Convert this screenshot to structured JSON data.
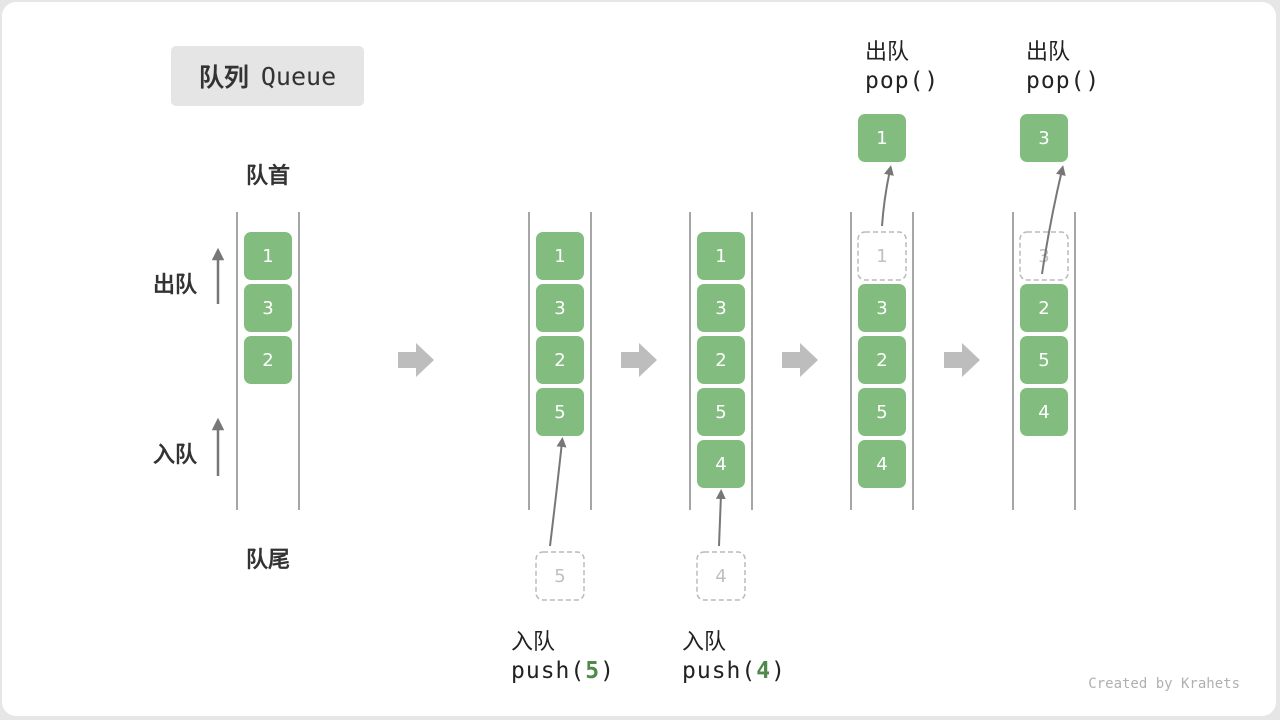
{
  "title": {
    "zh": "队列",
    "en": "Queue"
  },
  "labels": {
    "head": "队首",
    "tail": "队尾",
    "dequeue": "出队",
    "enqueue": "入队"
  },
  "stages": [
    {
      "items": [
        1,
        3,
        2
      ],
      "ghost": null
    },
    {
      "items": [
        1,
        3,
        2,
        5
      ],
      "ghost": {
        "value": 5,
        "kind": "push"
      }
    },
    {
      "items": [
        1,
        3,
        2,
        5,
        4
      ],
      "ghost": {
        "value": 4,
        "kind": "push"
      }
    },
    {
      "items": [
        3,
        2,
        5,
        4
      ],
      "ghost": {
        "value": 1,
        "kind": "pop"
      }
    },
    {
      "items": [
        2,
        5,
        4
      ],
      "ghost": {
        "value": 3,
        "kind": "pop"
      }
    }
  ],
  "operations": [
    {
      "label": "入队",
      "code_prefix": "push(",
      "code_arg": "5",
      "code_suffix": ")"
    },
    {
      "label": "入队",
      "code_prefix": "push(",
      "code_arg": "4",
      "code_suffix": ")"
    },
    {
      "label": "出队",
      "code": "pop()",
      "result": "1"
    },
    {
      "label": "出队",
      "code": "pop()",
      "result": "3"
    }
  ],
  "credit": "Created by Krahets",
  "colors": {
    "cell": "#82bd7f",
    "ghost_border": "#bbbbbb",
    "ghost_text": "#c0c0c0",
    "arrow": "#777777",
    "chevron": "#bdbdbd",
    "wall": "#888888",
    "highlight": "#4f8a4a"
  }
}
